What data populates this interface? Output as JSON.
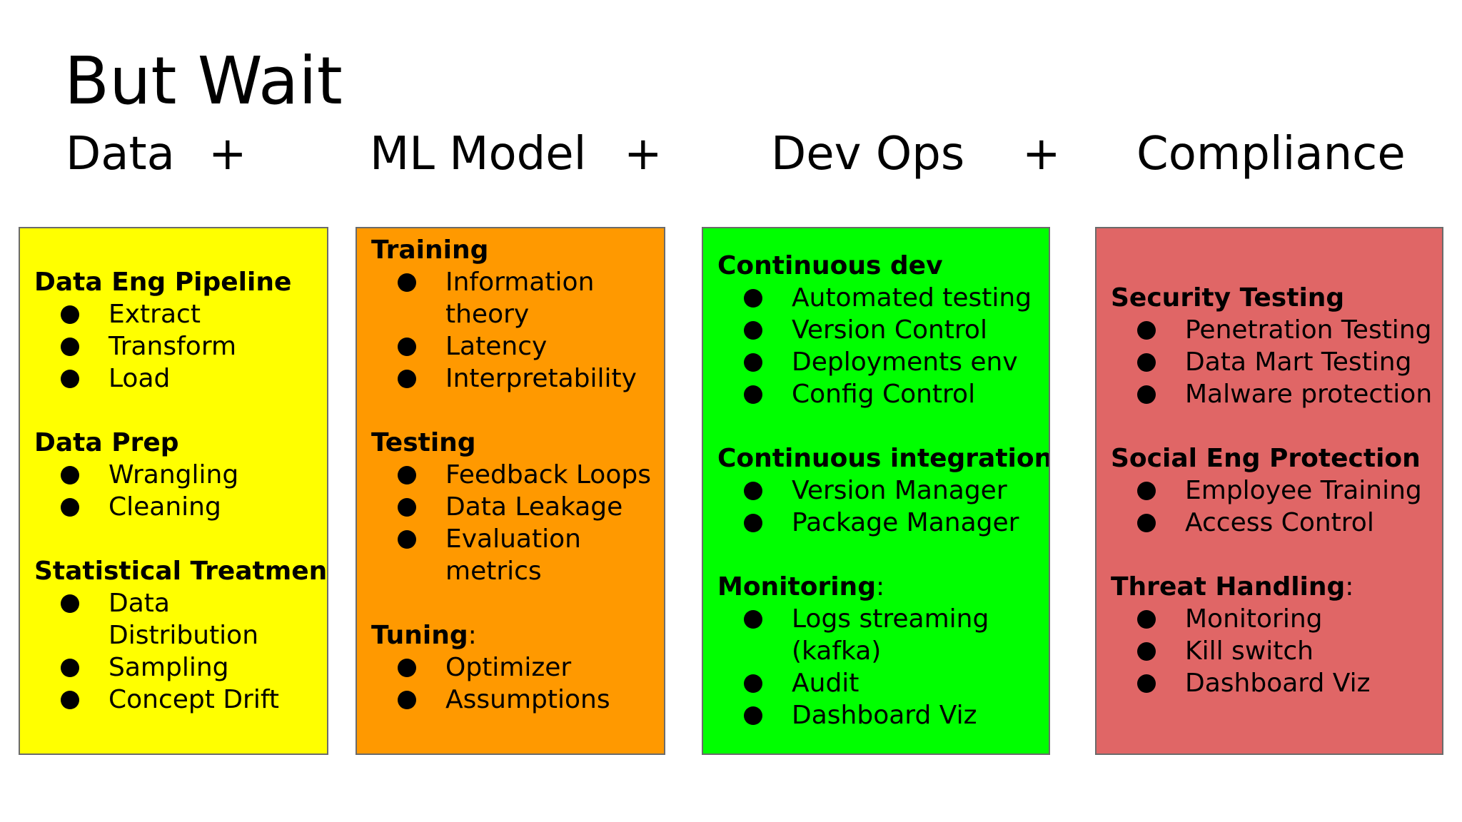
{
  "slide": {
    "title": "But Wait",
    "headings": [
      "Data",
      "+",
      "ML Model",
      "+",
      "Dev Ops",
      "+",
      "Compliance"
    ]
  },
  "boxes": [
    {
      "color": "#ffff00",
      "sections": [
        {
          "title": "Data Eng Pipeline",
          "suffix": "",
          "items": [
            "Extract",
            "Transform",
            "Load"
          ]
        },
        {
          "title": "Data Prep",
          "suffix": "",
          "items": [
            "Wrangling",
            "Cleaning"
          ]
        },
        {
          "title": "Statistical Treatment:",
          "suffix": "",
          "items": [
            "Data Distribution",
            "Sampling",
            "Concept Drift"
          ]
        }
      ]
    },
    {
      "color": "#ff9900",
      "sections": [
        {
          "title": "Training",
          "suffix": "",
          "items": [
            "Information\ntheory",
            "Latency",
            "Interpretability"
          ]
        },
        {
          "title": "Testing",
          "suffix": "",
          "items": [
            "Feedback Loops",
            "Data Leakage",
            "Evaluation\nmetrics"
          ]
        },
        {
          "title": "Tuning",
          "suffix": ":",
          "items": [
            "Optimizer",
            "Assumptions"
          ]
        }
      ]
    },
    {
      "color": "#00ff00",
      "sections": [
        {
          "title": "Continuous dev",
          "suffix": "",
          "items": [
            "Automated testing",
            "Version Control",
            "Deployments env",
            "Config Control"
          ]
        },
        {
          "title": "Continuous integration",
          "suffix": "",
          "items": [
            "Version Manager",
            "Package Manager"
          ]
        },
        {
          "title": "Monitoring",
          "suffix": ":",
          "items": [
            "Logs streaming\n(kafka)",
            "Audit",
            "Dashboard Viz"
          ]
        }
      ]
    },
    {
      "color": "#e06666",
      "sections": [
        {
          "title": "Security Testing",
          "suffix": "",
          "items": [
            "Penetration Testing",
            "Data Mart Testing",
            "Malware protection"
          ]
        },
        {
          "title": "Social Eng Protection",
          "suffix": "",
          "items": [
            "Employee Training",
            "Access Control"
          ]
        },
        {
          "title": "Threat Handling",
          "suffix": ":",
          "items": [
            "Monitoring",
            "Kill switch",
            "Dashboard Viz"
          ]
        }
      ]
    }
  ]
}
